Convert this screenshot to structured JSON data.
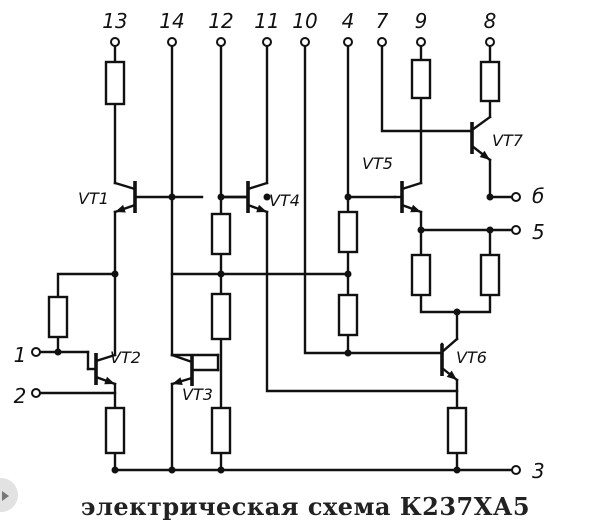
{
  "diagram": {
    "pins": {
      "top": [
        "13",
        "14",
        "12",
        "11",
        "10",
        "4",
        "7",
        "9",
        "8"
      ],
      "right": [
        "б",
        "5",
        "3"
      ],
      "left": [
        "1",
        "2"
      ]
    },
    "transistors": [
      "VT1",
      "VT2",
      "VT3",
      "VT4",
      "VT5",
      "VT6",
      "VT7"
    ],
    "caption": "электрическая схема К237ХА5"
  }
}
